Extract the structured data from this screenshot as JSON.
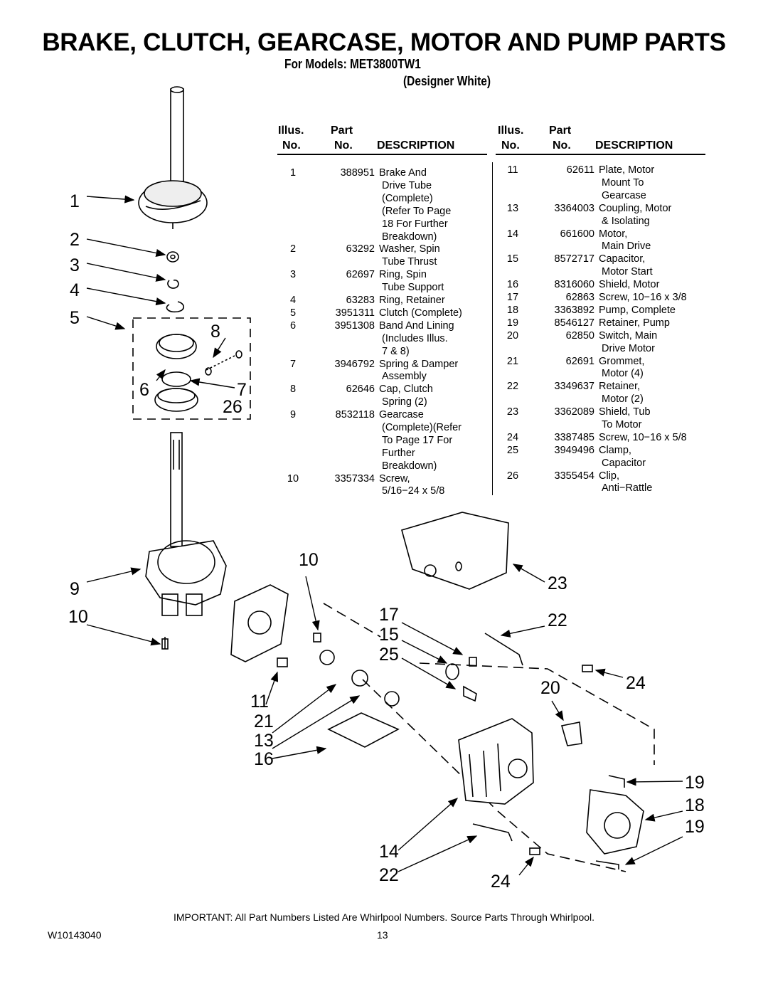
{
  "title": "BRAKE, CLUTCH, GEARCASE, MOTOR AND PUMP PARTS",
  "models_line": "For Models: MET3800TW1",
  "color_line": "(Designer White)",
  "headers": {
    "illus_top": "Illus.",
    "illus_bottom": "No.",
    "part_top": "Part",
    "part_bottom": "No.",
    "description": "DESCRIPTION"
  },
  "left_rows": [
    {
      "illus": "1",
      "part": "388951",
      "desc": [
        "Brake And",
        "Drive Tube",
        "(Complete)",
        "(Refer To Page",
        "18 For Further",
        "Breakdown)"
      ]
    },
    {
      "illus": "2",
      "part": "63292",
      "desc": [
        "Washer, Spin",
        "Tube Thrust"
      ]
    },
    {
      "illus": "3",
      "part": "62697",
      "desc": [
        "Ring, Spin",
        "Tube Support"
      ]
    },
    {
      "illus": "4",
      "part": "63283",
      "desc": [
        "Ring, Retainer"
      ]
    },
    {
      "illus": "5",
      "part": "3951311",
      "desc": [
        "Clutch (Complete)"
      ]
    },
    {
      "illus": "6",
      "part": "3951308",
      "desc": [
        "Band And Lining",
        "(Includes Illus.",
        "7 & 8)"
      ]
    },
    {
      "illus": "7",
      "part": "3946792",
      "desc": [
        "Spring & Damper",
        "Assembly"
      ]
    },
    {
      "illus": "8",
      "part": "62646",
      "desc": [
        "Cap, Clutch",
        "Spring (2)"
      ]
    },
    {
      "illus": "9",
      "part": "8532118",
      "desc": [
        "Gearcase",
        "(Complete)(Refer",
        "To Page 17 For",
        "Further",
        "Breakdown)"
      ]
    },
    {
      "illus": "10",
      "part": "3357334",
      "desc": [
        "Screw,",
        "5/16−24 x 5/8"
      ]
    }
  ],
  "right_rows": [
    {
      "illus": "11",
      "part": "62611",
      "desc": [
        "Plate, Motor",
        "Mount To",
        "Gearcase"
      ]
    },
    {
      "illus": "13",
      "part": "3364003",
      "desc": [
        "Coupling, Motor",
        "& Isolating"
      ]
    },
    {
      "illus": "14",
      "part": "661600",
      "desc": [
        "Motor,",
        "Main Drive"
      ]
    },
    {
      "illus": "15",
      "part": "8572717",
      "desc": [
        "Capacitor,",
        "Motor Start"
      ]
    },
    {
      "illus": "16",
      "part": "8316060",
      "desc": [
        "Shield, Motor"
      ]
    },
    {
      "illus": "17",
      "part": "62863",
      "desc": [
        "Screw, 10−16 x 3/8"
      ]
    },
    {
      "illus": "18",
      "part": "3363892",
      "desc": [
        "Pump, Complete"
      ]
    },
    {
      "illus": "19",
      "part": "8546127",
      "desc": [
        "Retainer, Pump"
      ]
    },
    {
      "illus": "20",
      "part": "62850",
      "desc": [
        "Switch, Main",
        "Drive Motor"
      ]
    },
    {
      "illus": "21",
      "part": "62691",
      "desc": [
        "Grommet,",
        "Motor (4)"
      ]
    },
    {
      "illus": "22",
      "part": "3349637",
      "desc": [
        "Retainer,",
        "Motor (2)"
      ]
    },
    {
      "illus": "23",
      "part": "3362089",
      "desc": [
        "Shield, Tub",
        "To Motor"
      ]
    },
    {
      "illus": "24",
      "part": "3387485",
      "desc": [
        "Screw, 10−16 x 5/8"
      ]
    },
    {
      "illus": "25",
      "part": "3949496",
      "desc": [
        "Clamp,",
        "Capacitor"
      ]
    },
    {
      "illus": "26",
      "part": "3355454",
      "desc": [
        "Clip,",
        "Anti−Rattle"
      ]
    }
  ],
  "callouts": {
    "c1": "1",
    "c2": "2",
    "c3": "3",
    "c4": "4",
    "c5": "5",
    "c6": "6",
    "c7": "7",
    "c8": "8",
    "c26": "26",
    "c9": "9",
    "c10a": "10",
    "c10b": "10",
    "c11": "11",
    "c21": "21",
    "c13": "13",
    "c16": "16",
    "c17": "17",
    "c15": "15",
    "c25": "25",
    "c23": "23",
    "c22a": "22",
    "c24a": "24",
    "c20": "20",
    "c19a": "19",
    "c18": "18",
    "c19b": "19",
    "c14": "14",
    "c22b": "22",
    "c24b": "24"
  },
  "footer_note": "IMPORTANT: All Part Numbers Listed Are Whirlpool Numbers. Source Parts Through Whirlpool.",
  "doc_number": "W10143040",
  "page_number": "13"
}
